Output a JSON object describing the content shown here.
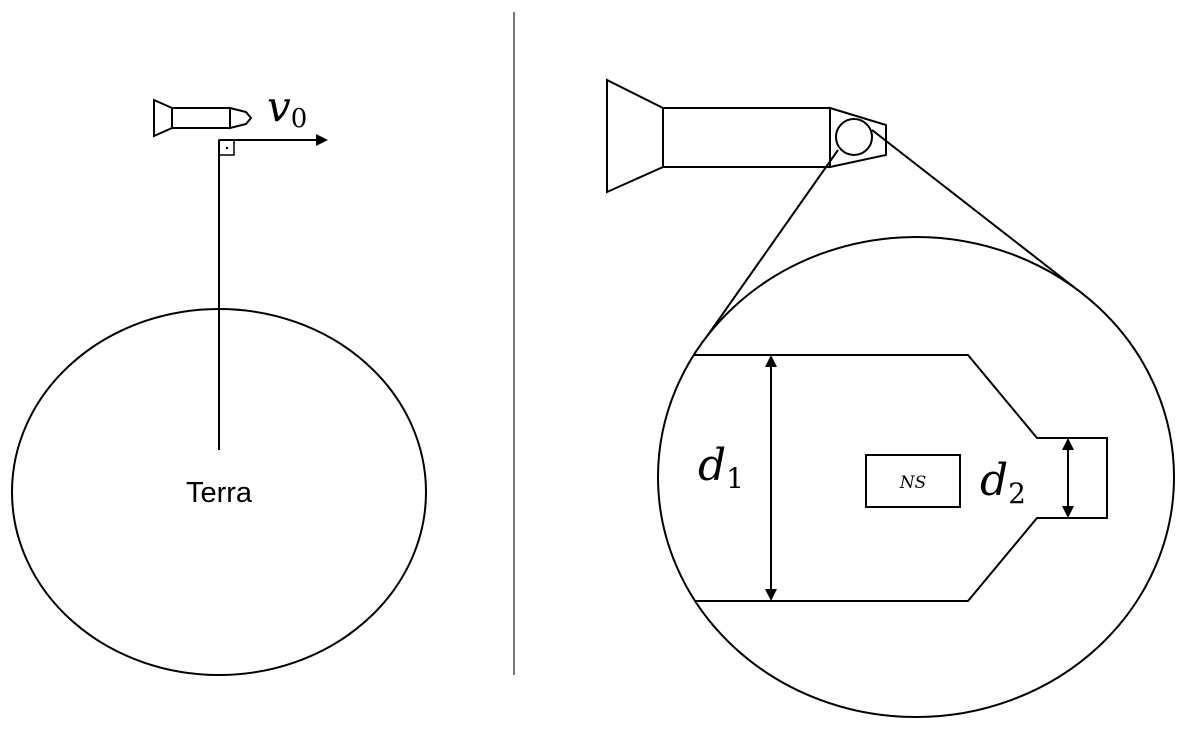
{
  "labels": {
    "velocity": {
      "symbol": "v",
      "subscript": "0"
    },
    "earth": "Terra",
    "d1": {
      "symbol": "d",
      "subscript": "1"
    },
    "d2": {
      "symbol": "d",
      "subscript": "2"
    },
    "ns": "NS"
  }
}
